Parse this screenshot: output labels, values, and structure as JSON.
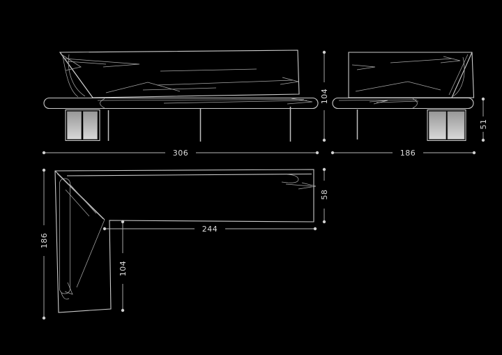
{
  "drawing": {
    "description": "technical drawing of corner bench with backrest - front elevation, side elevation and plan view",
    "front_view": {
      "width": "306",
      "height": "104"
    },
    "side_view": {
      "width": "186",
      "base_height": "51"
    },
    "plan_view": {
      "depth": "186",
      "inner_length": "244",
      "inner_depth": "104",
      "seat_depth": "58"
    },
    "colors": {
      "background": "#000000",
      "outline": "#cccccc",
      "wrinkle": "#a8a8a8",
      "dimension": "#b8b8b8",
      "label": "#dedede",
      "panel_top": "#989898",
      "panel_bottom": "#d8d8d8"
    }
  }
}
